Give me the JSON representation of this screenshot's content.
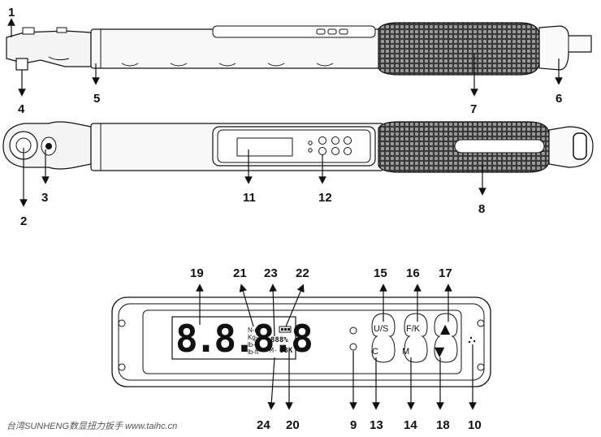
{
  "callouts": {
    "c1": "1",
    "c2": "2",
    "c3": "3",
    "c4": "4",
    "c5": "5",
    "c6": "6",
    "c7": "7",
    "c8": "8",
    "c9": "9",
    "c10": "10",
    "c11": "11",
    "c12": "12",
    "c13": "13",
    "c14": "14",
    "c15": "15",
    "c16": "16",
    "c17": "17",
    "c18": "18",
    "c19": "19",
    "c20": "20",
    "c21": "21",
    "c22": "22",
    "c23": "23",
    "c24": "24"
  },
  "display": {
    "digits": "8.8.8.8",
    "units": [
      "N-m",
      "Kg-cm",
      "lb-in",
      "lb-ft"
    ],
    "percent": "888%",
    "mode": "M-",
    "mode_value": "88K"
  },
  "buttons": {
    "us": "U/S",
    "fk": "F/K",
    "c": "C",
    "m": "M",
    "up": "▲",
    "down": "▼"
  },
  "watermark": "台湾SUNHENG数显扭力扳手 www.taihc.cn"
}
